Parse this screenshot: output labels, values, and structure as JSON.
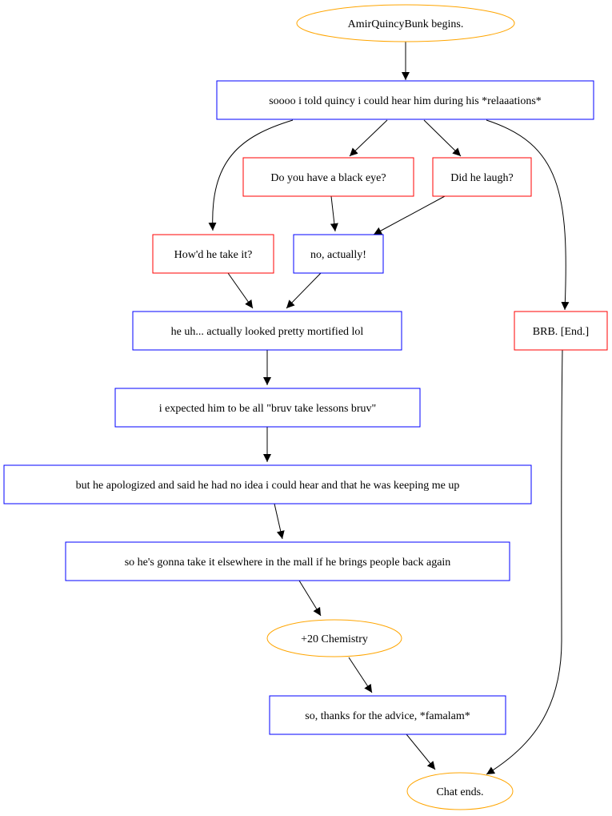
{
  "colors": {
    "start_end_stroke": "#ffa500",
    "message_stroke": "#0000ff",
    "choice_stroke": "#ff0000",
    "edge": "#000000"
  },
  "nodes": {
    "start": {
      "label": "AmirQuincyBunk begins.",
      "kind": "terminal"
    },
    "n1": {
      "label": "soooo i told quincy i could hear him during his *relaaations*",
      "kind": "message"
    },
    "c_blackeye": {
      "label": "Do you have a black eye?",
      "kind": "choice"
    },
    "c_laugh": {
      "label": "Did he laugh?",
      "kind": "choice"
    },
    "c_take": {
      "label": "How'd he take it?",
      "kind": "choice"
    },
    "n_actually": {
      "label": "no, actually!",
      "kind": "message"
    },
    "n_mortified": {
      "label": "he uh... actually looked pretty mortified lol",
      "kind": "message"
    },
    "c_brb": {
      "label": "BRB. [End.]",
      "kind": "choice"
    },
    "n_expected": {
      "label": "i expected him to be all \"bruv take lessons bruv\"",
      "kind": "message"
    },
    "n_apologized": {
      "label": "but he apologized and said he had no idea i could hear and that he was keeping me up",
      "kind": "message"
    },
    "n_elsewhere": {
      "label": "so he's gonna take it elsewhere in the mall if he brings people back again",
      "kind": "message"
    },
    "chem": {
      "label": "+20 Chemistry",
      "kind": "terminal"
    },
    "n_thanks": {
      "label": "so, thanks for the advice, *famalam*",
      "kind": "message"
    },
    "end": {
      "label": "Chat ends.",
      "kind": "terminal"
    }
  },
  "edges": [
    {
      "from": "start",
      "to": "n1"
    },
    {
      "from": "n1",
      "to": "c_take"
    },
    {
      "from": "n1",
      "to": "c_blackeye"
    },
    {
      "from": "n1",
      "to": "c_laugh"
    },
    {
      "from": "n1",
      "to": "c_brb"
    },
    {
      "from": "c_blackeye",
      "to": "n_actually"
    },
    {
      "from": "c_laugh",
      "to": "n_actually"
    },
    {
      "from": "c_take",
      "to": "n_mortified"
    },
    {
      "from": "n_actually",
      "to": "n_mortified"
    },
    {
      "from": "n_mortified",
      "to": "n_expected"
    },
    {
      "from": "n_expected",
      "to": "n_apologized"
    },
    {
      "from": "n_apologized",
      "to": "n_elsewhere"
    },
    {
      "from": "n_elsewhere",
      "to": "chem"
    },
    {
      "from": "chem",
      "to": "n_thanks"
    },
    {
      "from": "n_thanks",
      "to": "end"
    },
    {
      "from": "c_brb",
      "to": "end"
    }
  ]
}
